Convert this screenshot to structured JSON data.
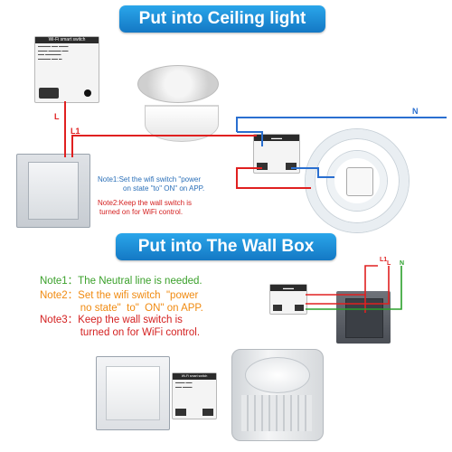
{
  "banners": {
    "ceiling": "Put into Ceiling light",
    "wallbox": "Put into The Wall Box"
  },
  "ceiling": {
    "label_l": "L",
    "label_l1": "L1",
    "label_n": "N",
    "note1_line1": "Note1:Set the wifi switch  \"power",
    "note1_line2": "on state  \"to\"  ON\" on APP.",
    "note2_line1": "Note2:Keep the wall switch is",
    "note2_line2": "turned on for WiFi control.",
    "module_title": "Wi-Fi smart switch"
  },
  "wallbox": {
    "note1": "Note1：The Neutral line is needed.",
    "note2": "Note2：Set the wifi switch  \"power\n              no state\"  to\"  ON\" on APP.",
    "note3": "Note3：Keep the wall switch is\n              turned on for WiFi control.",
    "wire_l1": "L1",
    "wire_l": "L",
    "wire_n": "N",
    "module_title": "Wi-Fi smart switch"
  },
  "colors": {
    "banner": "#1f8fda",
    "wire_red": "#e02020",
    "wire_blue": "#2a6fd0",
    "note_green": "#3aa02a",
    "note_orange": "#f08a10",
    "note_red": "#d42020",
    "note_blue": "#2a6fb8"
  }
}
